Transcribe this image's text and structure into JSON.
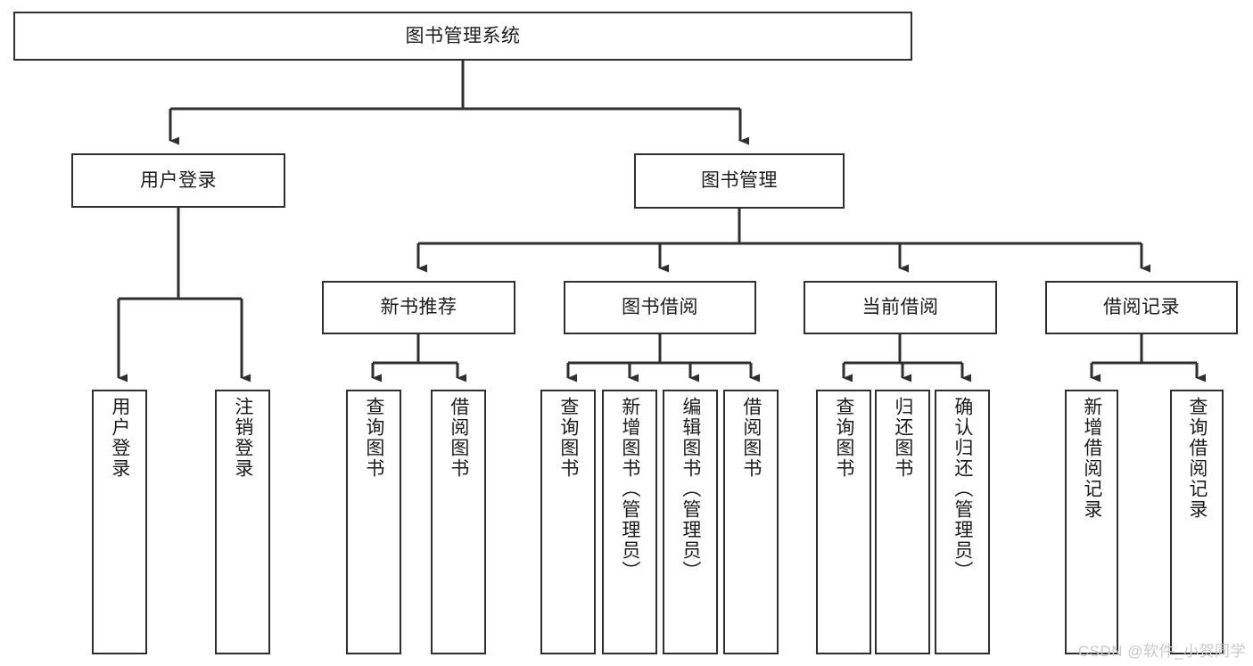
{
  "diagram": {
    "title_node": {
      "label": "图书管理系统"
    },
    "level2": [
      {
        "label": "用户登录"
      },
      {
        "label": "图书管理"
      }
    ],
    "level3": [
      {
        "label": "新书推荐"
      },
      {
        "label": "图书借阅"
      },
      {
        "label": "当前借阅"
      },
      {
        "label": "借阅记录"
      }
    ],
    "leaves": {
      "user_login": [
        {
          "label": "用户登录"
        },
        {
          "label": "注销登录"
        }
      ],
      "new_book_recommend": [
        {
          "label": "查询图书"
        },
        {
          "label": "借阅图书"
        }
      ],
      "book_borrow": [
        {
          "label": "查询图书"
        },
        {
          "label": "新增图书（管理员）"
        },
        {
          "label": "编辑图书（管理员）"
        },
        {
          "label": "借阅图书"
        }
      ],
      "current_borrow": [
        {
          "label": "查询图书"
        },
        {
          "label": "归还图书"
        },
        {
          "label": "确认归还（管理员）"
        }
      ],
      "borrow_record": [
        {
          "label": "新增借阅记录"
        },
        {
          "label": "查询借阅记录"
        }
      ]
    }
  },
  "watermark": {
    "text": "CSDN @软件_小贺同学"
  },
  "colors": {
    "stroke": "#2f2f2f",
    "background": "#ffffff",
    "text": "#1c1c1c",
    "watermark": "#c9c9c9"
  }
}
